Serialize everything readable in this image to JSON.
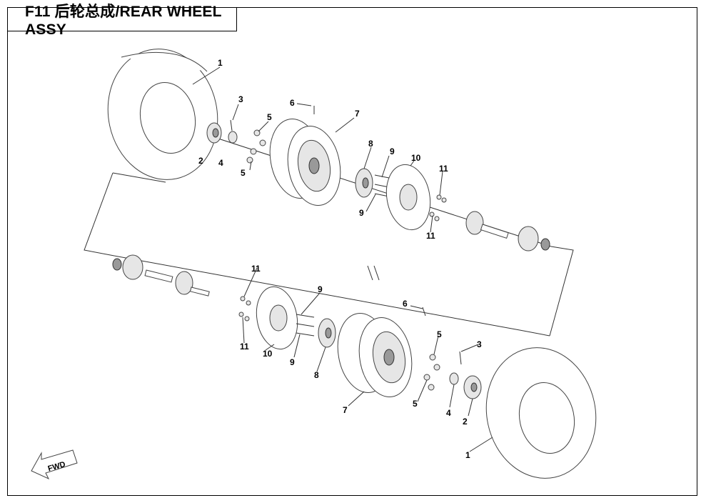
{
  "title": "F11 后轮总成/REAR WHEEL ASSY",
  "fwd_label": "FWD",
  "callouts": {
    "tire_top": "1",
    "hubcap_top": "2",
    "pin_top": "3",
    "nut_top": "4",
    "lugnut_top_a": "5",
    "lugnut_top_b": "5",
    "valve_top": "6",
    "rim_top": "7",
    "hub_top": "8",
    "bolt_top_a": "9",
    "bolt_top_b": "9",
    "disc_top": "10",
    "screw_top_a": "11",
    "screw_top_b": "11",
    "tire_bottom": "1",
    "hubcap_bottom": "2",
    "pin_bottom": "3",
    "nut_bottom": "4",
    "lugnut_bottom_a": "5",
    "lugnut_bottom_b": "5",
    "valve_bottom": "6",
    "rim_bottom": "7",
    "hub_bottom": "8",
    "bolt_bottom_a": "9",
    "bolt_bottom_b": "9",
    "disc_bottom": "10",
    "screw_bottom_a": "11",
    "screw_bottom_b": "11"
  }
}
